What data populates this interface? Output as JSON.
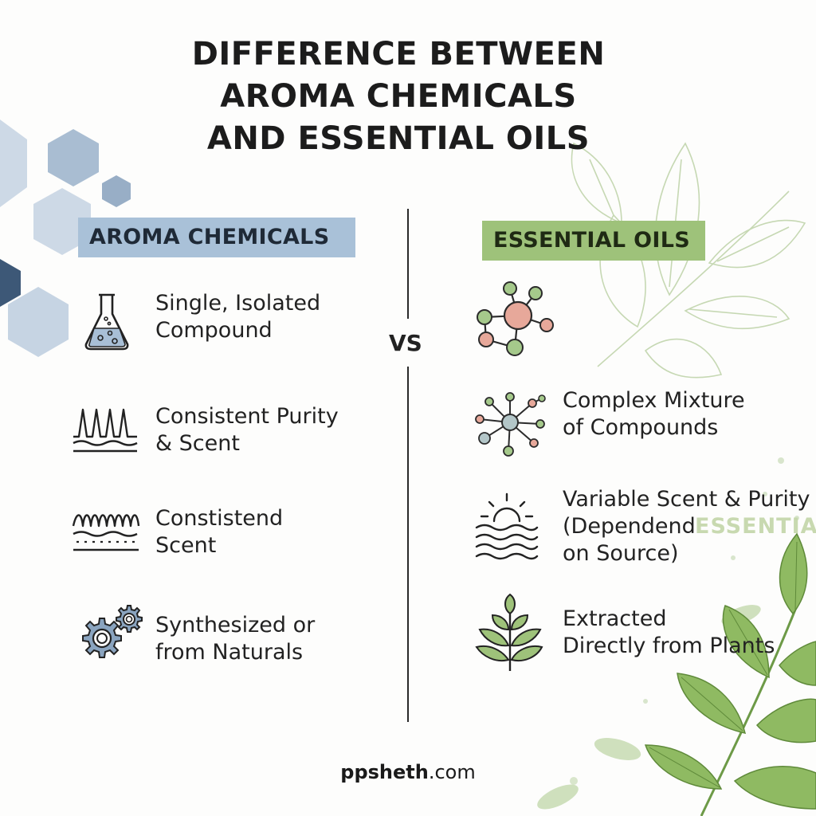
{
  "title": {
    "line1": "DIFFERENCE BETWEEN",
    "line2": "AROMA CHEMICALS",
    "line3": "AND ESSENTIAL OILS"
  },
  "left": {
    "heading": "AROMA CHEMICALS",
    "color": "#a9c1d8",
    "items": [
      {
        "icon": "flask-icon",
        "line1": "Single, Isolated",
        "line2": "Compound"
      },
      {
        "icon": "peaks-icon",
        "line1": "Consistent Purity",
        "line2": "& Scent"
      },
      {
        "icon": "waves-icon",
        "line1": "Constistend",
        "line2": "Scent"
      },
      {
        "icon": "gears-icon",
        "line1": "Synthesized or",
        "line2": "from Naturals"
      }
    ]
  },
  "right": {
    "heading": "ESSENTIAL OILS",
    "color": "#9ec27a",
    "items": [
      {
        "icon": "molecule-icon"
      },
      {
        "icon": "molecule-network-icon",
        "line1": "Complex Mixture",
        "line2": "of Compounds"
      },
      {
        "icon": "sunrise-waves-icon",
        "line1": "Variable Scent & Purity",
        "line2": "(Dependend",
        "line3": "on Source)"
      },
      {
        "icon": "plant-sprout-icon",
        "line1": "Extracted",
        "line2": "Directly from Plants"
      }
    ]
  },
  "vs_label": "VS",
  "watermark_text": "ESSENTIAL",
  "footer": {
    "bold": "ppsheth",
    "rest": ".com"
  }
}
